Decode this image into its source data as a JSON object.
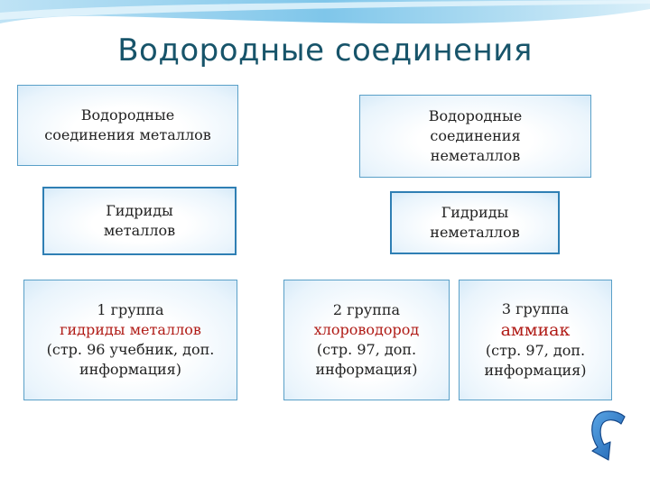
{
  "title": "Водородные соединения",
  "boxes": {
    "metals": {
      "line1": "Водородные",
      "line2": "соединения металлов"
    },
    "nonmetals": {
      "line1": "Водородные",
      "line2": "соединения",
      "line3": "неметаллов"
    },
    "hydrides_metals": {
      "line1": "Гидриды",
      "line2": "металлов"
    },
    "hydrides_nonmetals": {
      "line1": "Гидриды",
      "line2": "неметаллов"
    },
    "group1": {
      "group": "1 группа",
      "substance": "гидриды металлов",
      "ref1": "(стр. 96 учебник, доп.",
      "ref2": "информация)"
    },
    "group2": {
      "group": "2 группа",
      "substance": "хлороводород",
      "ref1": "(стр. 97, доп.",
      "ref2": "информация)"
    },
    "group3": {
      "group": "3 группа",
      "substance": "аммиак",
      "ref1": "(стр. 97, доп.",
      "ref2": "информация)"
    }
  },
  "colors": {
    "title": "#17546a",
    "border": "#5aa0c8",
    "highlight": "#b01b16",
    "arrow": "#1f6fbf"
  },
  "icons": {
    "return_arrow": "curved-return-arrow-icon"
  }
}
